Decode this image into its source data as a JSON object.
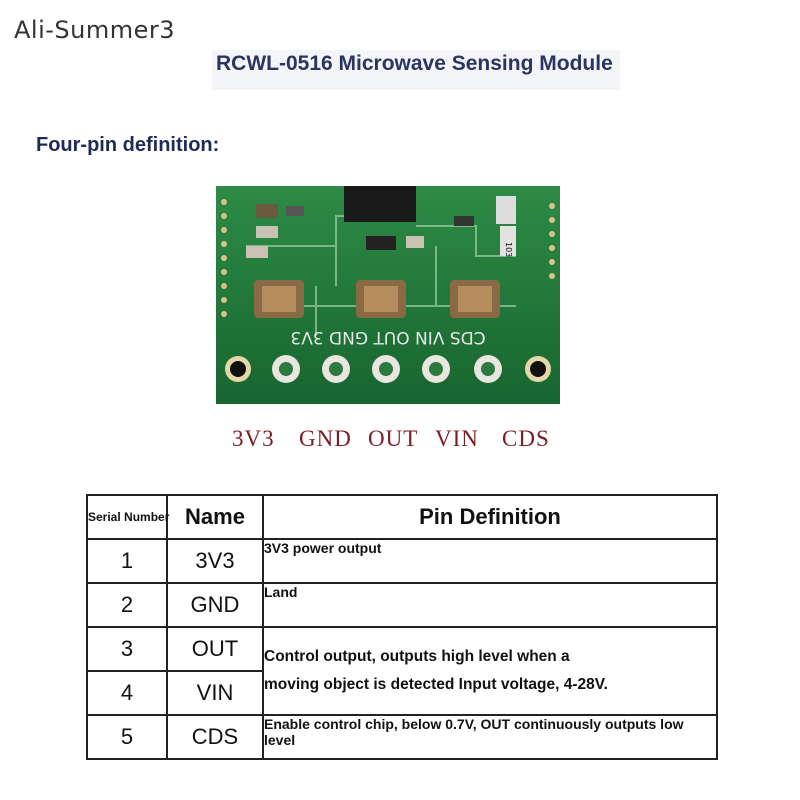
{
  "watermark": "Ali-Summer3",
  "title": "RCWL-0516 Microwave Sensing Module",
  "subheading": "Four-pin definition:",
  "board_pin_labels": [
    "3V3",
    "GND",
    "OUT",
    "VIN",
    "CDS"
  ],
  "silkscreen_text": "CDS VIN OUT GND 3V3",
  "chip_marking": "103",
  "table": {
    "headers": [
      "Serial Number",
      "Name",
      "Pin Definition"
    ],
    "rows": [
      {
        "num": "1",
        "name": "3V3",
        "definition": "3V3 power output"
      },
      {
        "num": "2",
        "name": "GND",
        "definition": "Land"
      },
      {
        "num": "3",
        "name": "OUT",
        "definition": ""
      },
      {
        "num": "4",
        "name": "VIN",
        "definition": ""
      },
      {
        "num": "5",
        "name": "CDS",
        "definition": "Enable control chip, below 0.7V, OUT continuously outputs low level"
      }
    ],
    "merged_definition_line1": "Control output, outputs high level when a",
    "merged_definition_line2": "moving object is detected Input voltage, 4-28V."
  },
  "colors": {
    "title": "#2a3560",
    "pin_label": "#7a1d24",
    "pcb_green": "#1f7a3a"
  }
}
